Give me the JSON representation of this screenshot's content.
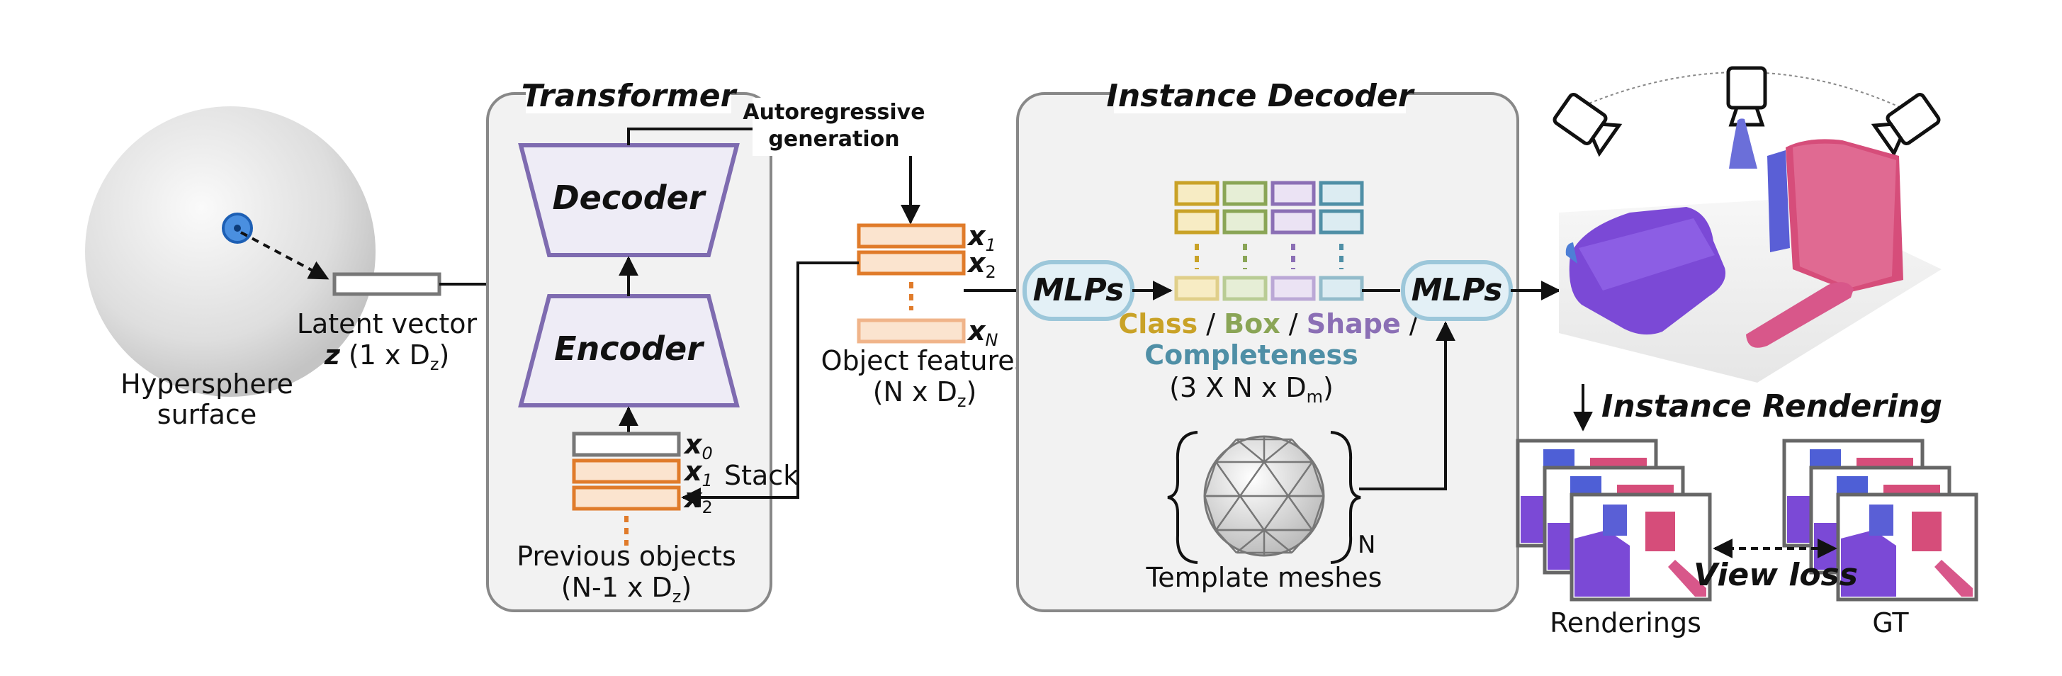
{
  "hypersphere": {
    "label_line1": "Hypersphere",
    "label_line2": "surface"
  },
  "latent": {
    "label_line1": "Latent vector",
    "var": "z",
    "dims_open": " (1 x D",
    "dims_sub": "z",
    "dims_close": ")"
  },
  "transformer": {
    "title": "Transformer",
    "decoder": "Decoder",
    "encoder": "Encoder",
    "autoregressive_line1": "Autoregressive",
    "autoregressive_line2": "generation",
    "stack": "Stack",
    "prev_label_line1": "Previous objects",
    "prev_dims_open": "(N-1 x D",
    "prev_dims_sub": "z",
    "prev_dims_close": ")",
    "tokens": [
      {
        "var": "x",
        "sub": "0"
      },
      {
        "var": "x",
        "sub": "1"
      },
      {
        "var": "x",
        "sub": "2"
      }
    ]
  },
  "object_features": {
    "label_line1": "Object features",
    "dims_open": "(N x D",
    "dims_sub": "z",
    "dims_close": ")",
    "tokens": [
      {
        "var": "x",
        "sub": "1"
      },
      {
        "var": "x",
        "sub": "2"
      },
      {
        "var": "x",
        "sub": "N"
      }
    ]
  },
  "instance_decoder": {
    "title": "Instance Decoder",
    "mlp_left": "MLPs",
    "mlp_right": "MLPs",
    "class": "Class",
    "box": "Box",
    "shape": "Shape",
    "sep": " / ",
    "completeness": "Completeness",
    "dims_open": "(3 X N x D",
    "dims_sub": "m",
    "dims_close": ")",
    "template_label": "Template meshes",
    "template_n": "N"
  },
  "rendering": {
    "title": "Instance Rendering",
    "renderings_label": "Renderings",
    "gt_label": "GT",
    "view_loss": "View loss"
  },
  "colors": {
    "orange": "#e07b2a",
    "orange_fill": "#fbe4cf",
    "purple": "#7e6bb0",
    "purple_fill": "#eeecf6",
    "class": "#c9a227",
    "box": "#8aa556",
    "shape": "#8b6fb5",
    "completeness": "#4f8fa6",
    "mlp_stroke": "#9cc7da",
    "mlp_fill": "#e3f0f6",
    "panel_fill": "#f2f2f2",
    "panel_stroke": "#888888"
  }
}
